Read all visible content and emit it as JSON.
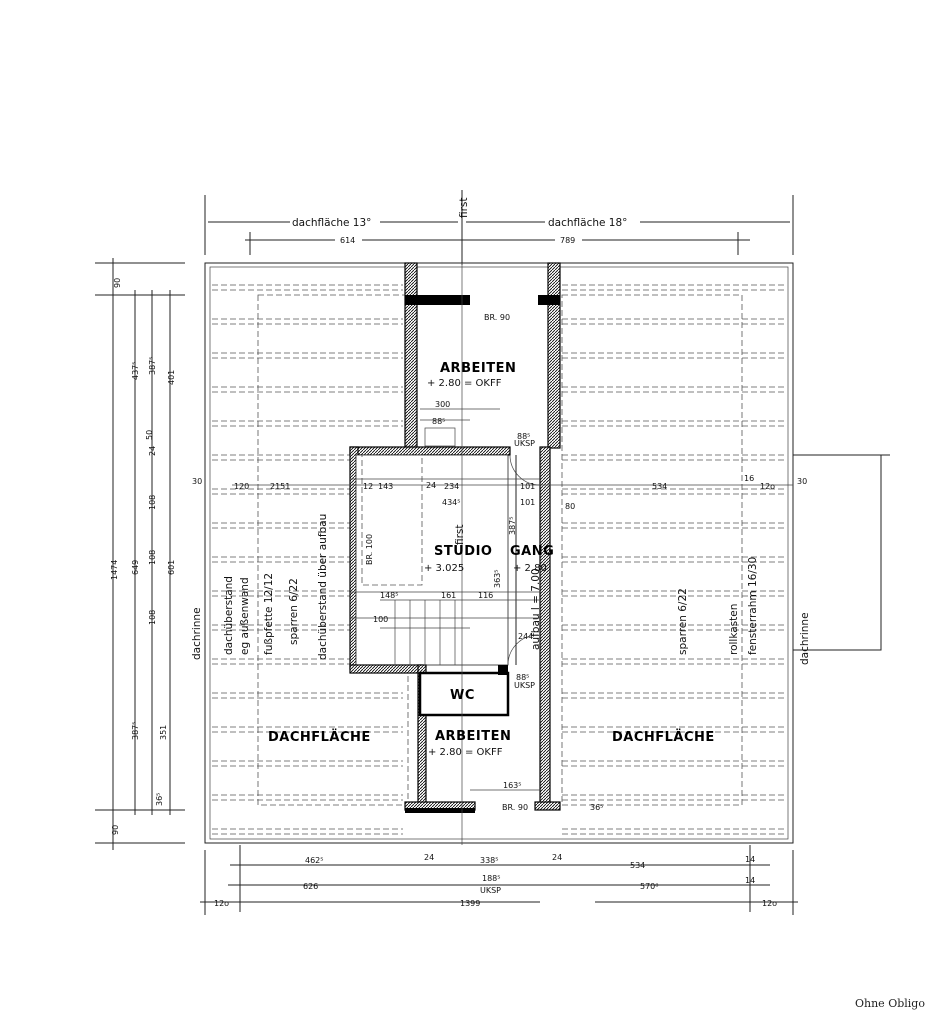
{
  "title": {
    "roof_left": "dachfläche 13°",
    "roof_right": "dachfläche 18°",
    "ridge": "first"
  },
  "top_dims": {
    "left": "614",
    "right": "789"
  },
  "rooms": {
    "arbeiten_top": {
      "name": "ARBEITEN",
      "level": "+ 2.80 = OKFF"
    },
    "studio": {
      "name": "STUDIO",
      "level": "+ 3.025"
    },
    "gang": {
      "name": "GANG",
      "level": "+ 2.80"
    },
    "wc": {
      "name": "WC"
    },
    "arbeiten_bottom": {
      "name": "ARBEITEN",
      "level": "+ 2.80 = OKFF"
    },
    "roof_left": {
      "name": "DACHFLÄCHE"
    },
    "roof_right": {
      "name": "DACHFLÄCHE"
    }
  },
  "notes": {
    "gutter_left": "dachrinne",
    "gutter_right": "dachrinne",
    "eave_overhang": "dachüberstand",
    "eg_wall": "eg außenwand",
    "purlin": "fußpfette 12/12",
    "rafters_left": "sparren 6/22",
    "overhang_extension": "dachüberstand über aufbau",
    "extension": "aufbau l = 7.00",
    "rafters_right": "sparren 6/22",
    "shutter_box": "rollkasten",
    "window_frame": "fensterrahm 16/30",
    "ridge_inner": "first"
  },
  "inner_dims": {
    "d300": "300",
    "d885a": "88⁵",
    "d885b": "88⁵",
    "uksp_a": "UKSP",
    "d143": "143",
    "d24a": "24",
    "d234": "234",
    "d4345": "434⁵",
    "d101a": "101",
    "d101b": "101",
    "d12a": "12",
    "d80a": "80",
    "d3875": "387⁵",
    "d3635": "363⁵",
    "br100": "BR. 100",
    "br90a": "BR. 90",
    "d1485": "148⁵",
    "d161": "161",
    "d116": "116",
    "d100": "100",
    "d244": "244",
    "d885c": "88⁵",
    "uksp_b": "UKSP",
    "d1635": "163⁵",
    "br90b": "BR. 90",
    "d534": "534",
    "d120": "12o",
    "d16": "16",
    "d30a": "30",
    "d30b": "30",
    "d2151": "2151",
    "d1205": "120",
    "d365": "36⁵"
  },
  "left_dims": {
    "d90_top": "90",
    "d4375": "437⁵",
    "d3875": "387⁵",
    "d401": "401",
    "d24": "24",
    "d50": "50",
    "d1474": "1474",
    "d649": "649",
    "d601": "601",
    "d108a": "108",
    "d108b": "108",
    "d108c": "108",
    "d3875b": "387⁵",
    "d351": "351",
    "d365": "36⁵",
    "d90_bottom": "90"
  },
  "bottom_dims": {
    "row1": [
      "462⁵",
      "24",
      "338⁵",
      "24",
      "534",
      "14"
    ],
    "row2": [
      "626",
      "188⁵",
      "UKSP",
      "570⁸",
      "14"
    ],
    "row3": [
      "12o",
      "1399",
      "12o"
    ]
  },
  "footer": "Ohne Obligo"
}
